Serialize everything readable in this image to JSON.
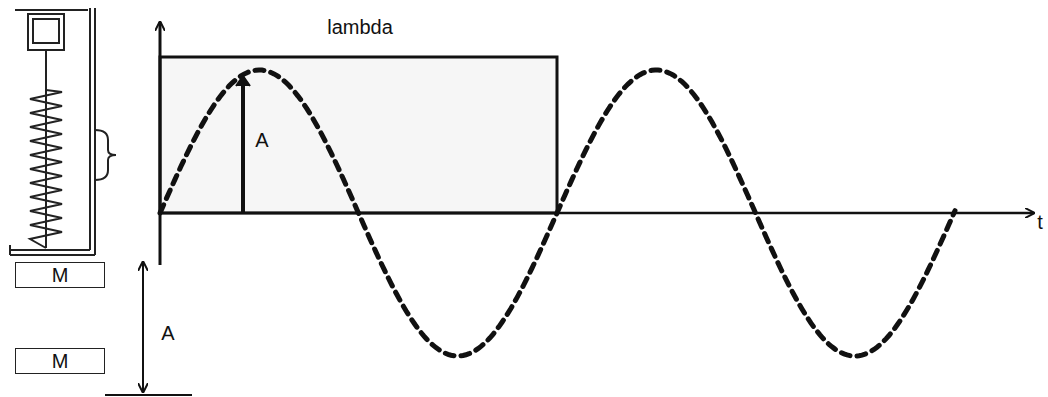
{
  "diagram": {
    "nodes": [
      {
        "text": [
          "M"
        ]
      },
      {
        "text": [
          "M"
        ]
      }
    ],
    "labels": [
      "lambda",
      "A",
      "A",
      "t"
    ]
  }
}
